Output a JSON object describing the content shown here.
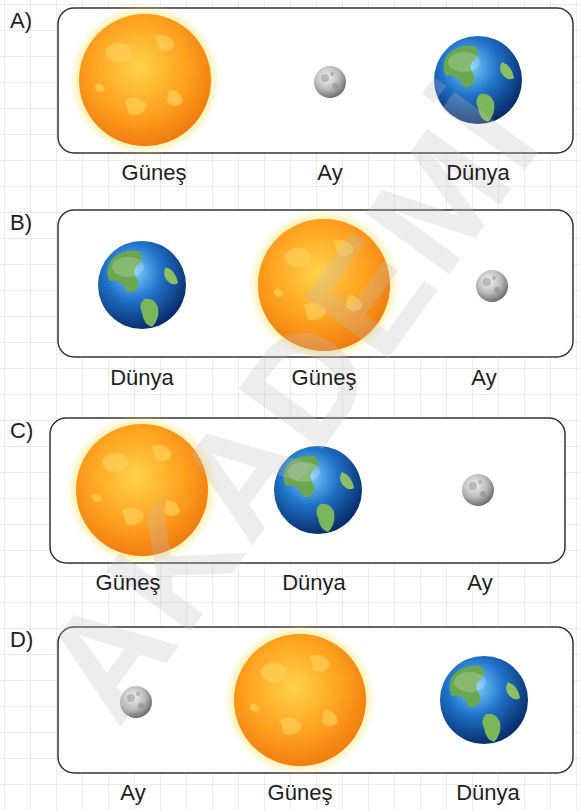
{
  "diagram": {
    "labels": [
      "A)",
      "Güneş",
      "Ay",
      "Dünya",
      "B)",
      "Dünya",
      "Güneş",
      "Ay",
      "C)",
      "Güneş",
      "Dünya",
      "Ay",
      "D)",
      "Ay",
      "Güneş",
      "Dünya",
      "AKADEMİ"
    ]
  }
}
